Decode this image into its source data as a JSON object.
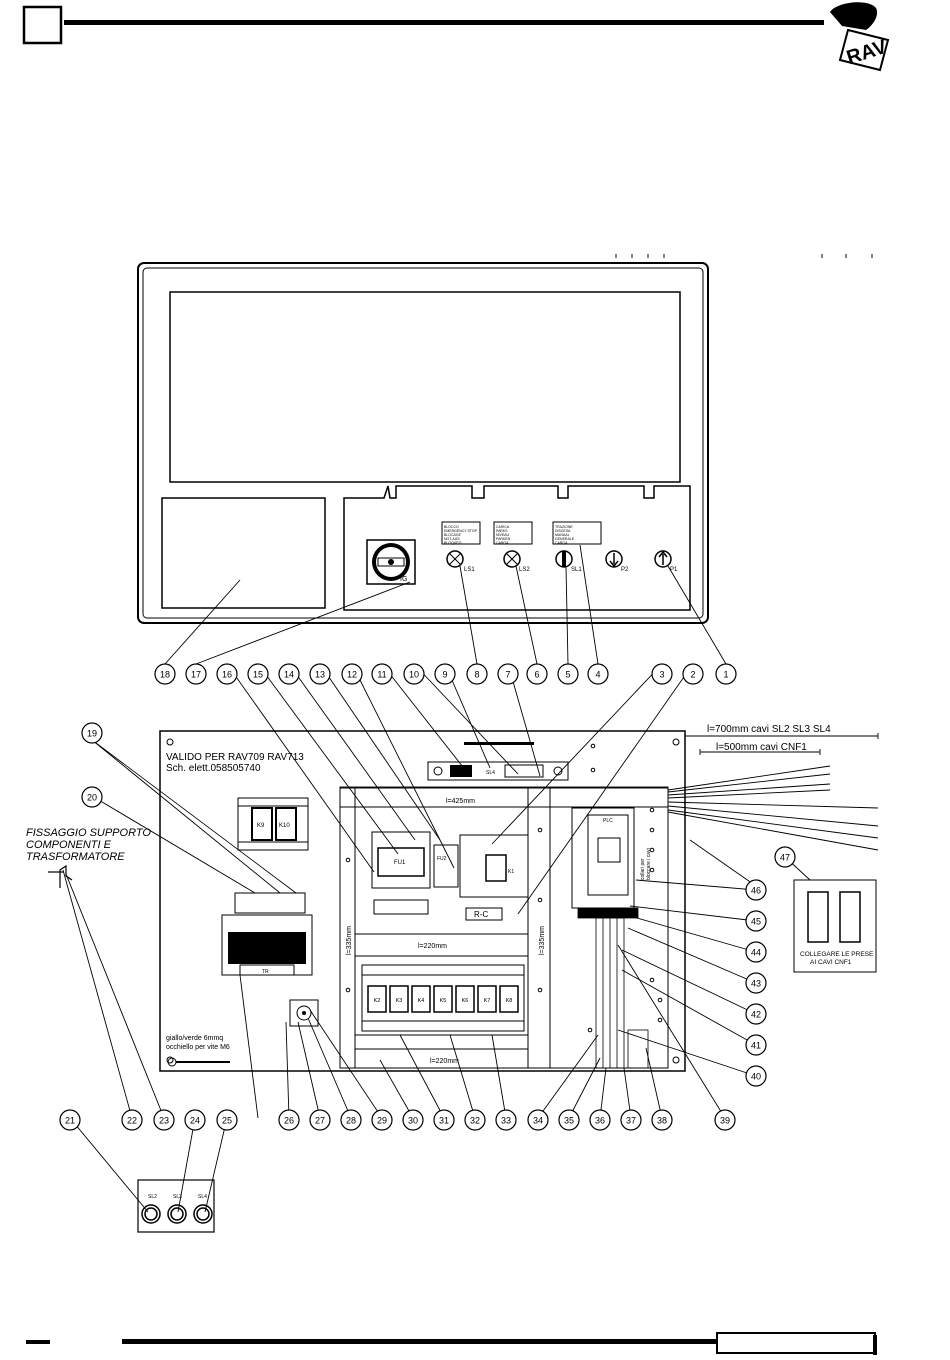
{
  "header": {
    "logo_text": "RAV"
  },
  "panel_top": {
    "indicators": [
      {
        "id": "LS1",
        "legend": [
          "BLOCCO",
          "EMERGENCY STOP",
          "BLOCAGE",
          "NOT-AUS",
          "BLOQUEO"
        ]
      },
      {
        "id": "LS2",
        "legend": [
          "CARICA",
          "PARKS",
          "NIVEAU",
          "PARKEN",
          "CARGA"
        ]
      },
      {
        "id": "SL1",
        "legend": [
          "TRAZIONE",
          "DISCESA",
          "MANUAL",
          "GENERALE",
          "CARGA"
        ]
      }
    ],
    "buttons": [
      "P2",
      "P1"
    ],
    "main_switch": "IG"
  },
  "callouts": [
    "1",
    "2",
    "3",
    "4",
    "5",
    "6",
    "7",
    "8",
    "9",
    "10",
    "11",
    "12",
    "13",
    "14",
    "15",
    "16",
    "17",
    "18",
    "19",
    "20",
    "21",
    "22",
    "23",
    "24",
    "25",
    "26",
    "27",
    "28",
    "29",
    "30",
    "31",
    "32",
    "33",
    "34",
    "35",
    "36",
    "37",
    "38",
    "39",
    "40",
    "41",
    "42",
    "43",
    "44",
    "45",
    "46",
    "47"
  ],
  "board": {
    "valid_text": [
      "VALIDO PER RAV709 RAV713",
      "Sch. elett.058505740"
    ],
    "cable_l700": "l=700mm cavi SL2 SL3 SL4",
    "cable_l500": "l=500mm cavi CNF1",
    "dim_425": "l=425mm",
    "dim_220a": "l=220mm",
    "dim_220b": "l=220mm",
    "dim_335a": "l=335mm",
    "dim_335b": "l=335mm",
    "ground_text": [
      "giallo/verde 6mmq",
      "occhiello per vite M6"
    ],
    "collari": [
      "collari per",
      "bloccare i cavi"
    ],
    "rc_label": "R-C",
    "relays_top": [
      "K9",
      "K10"
    ],
    "relays_row": [
      "K2",
      "K3",
      "K4",
      "K5",
      "K6",
      "K7",
      "K8"
    ],
    "plc": "PLC",
    "fu1": "FU1",
    "fu2": "FU2",
    "k1": "K1",
    "sl4": "SL4",
    "transformer": "TR"
  },
  "side_note": [
    "FISSAGGIO SUPPORTO",
    "COMPONENTI E",
    "TRASFORMATORE"
  ],
  "connector_note": [
    "COLLEGARE LE PRESE",
    "AI CAVI CNF1"
  ],
  "bottom_box": [
    "SL2",
    "SL3",
    "SL4"
  ]
}
